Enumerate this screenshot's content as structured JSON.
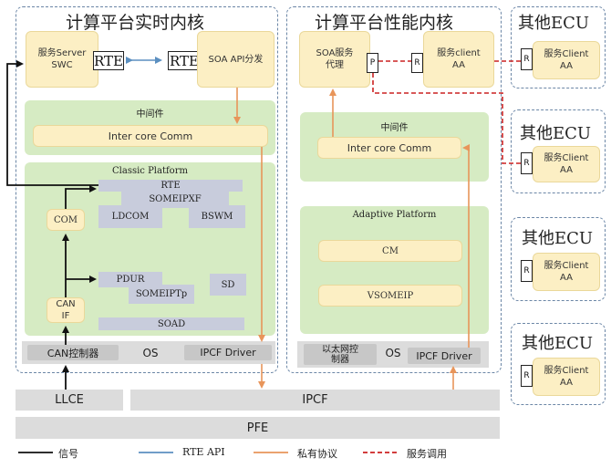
{
  "realtime": {
    "title": "计算平台实时内核",
    "server_swc": "服务Server SWC",
    "rte_left": "RTE",
    "rte_right": "RTE",
    "soa_dispatch": "SOA API分发",
    "middleware": "中间件",
    "intercore": "Inter core Comm",
    "classic_platform": "Classic Platform",
    "rte": "RTE",
    "someipxf": "SOMEIPXF",
    "com": "COM",
    "ldcom": "LDCOM",
    "bswm": "BSWM",
    "pdur": "PDUR",
    "someiptp": "SOMEIPTp",
    "sd": "SD",
    "canif": "CAN IF",
    "soad": "SOAD",
    "can_controller": "CAN控制器",
    "os": "OS",
    "ipcf_driver": "IPCF Driver"
  },
  "performance": {
    "title": "计算平台性能内核",
    "soa_proxy": "SOA服务 代理",
    "port_p": "P",
    "port_r": "R",
    "client_aa": "服务client AA",
    "middleware": "中间件",
    "intercore": "Inter core Comm",
    "adaptive_platform": "Adaptive Platform",
    "cm": "CM",
    "vsomeip": "VSOMEIP",
    "eth_controller": "以太网控 制器",
    "os": "OS",
    "ipcf_driver": "IPCF Driver"
  },
  "ecus": [
    {
      "title": "其他ECU",
      "port": "R",
      "service": "服务Client AA"
    },
    {
      "title": "其他ECU",
      "port": "R",
      "service": "服务Client AA"
    },
    {
      "title": "其他ECU",
      "port": "R",
      "service": "服务Client AA"
    },
    {
      "title": "其他ECU",
      "port": "R",
      "service": "服务Client AA"
    }
  ],
  "bottom": {
    "llce": "LLCE",
    "ipcf": "IPCF",
    "pfe": "PFE"
  },
  "legend": {
    "signal": "信号",
    "rte_api": "RTE API",
    "private_protocol": "私有协议",
    "service_call": "服务调用"
  },
  "colors": {
    "signal": "#111111",
    "rte_api": "#5b8fc0",
    "private_protocol": "#e8955a",
    "service_call": "#cc2222",
    "green_panel": "#d6ebc3",
    "yellow_box": "#fcefc4"
  }
}
